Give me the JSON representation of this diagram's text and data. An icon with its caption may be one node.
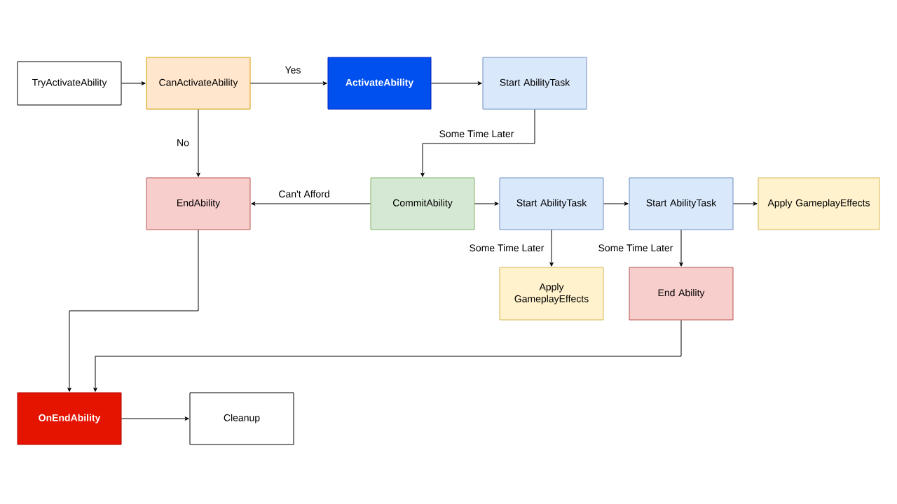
{
  "diagram": {
    "nodes": [
      {
        "text": [
          "TryActivateAbility"
        ]
      },
      {
        "text": [
          "CanActivateAbility"
        ]
      },
      {
        "text": [
          "ActivateAbility"
        ]
      },
      {
        "text": [
          "Start AbilityTask"
        ]
      },
      {
        "text": [
          "EndAbility"
        ]
      },
      {
        "text": [
          "CommitAbility"
        ]
      },
      {
        "text": [
          "Start AbilityTask"
        ]
      },
      {
        "text": [
          "Start AbilityTask"
        ]
      },
      {
        "text": [
          "Apply GameplayEffects"
        ]
      },
      {
        "text": [
          "Apply GameplayEffects"
        ]
      },
      {
        "text": [
          "End Ability"
        ]
      },
      {
        "text": [
          "OnEndAbility"
        ]
      },
      {
        "text": [
          "Cleanup"
        ]
      }
    ],
    "edges": [
      {
        "from": 0,
        "to": 1,
        "arrow": "to"
      },
      {
        "from": 1,
        "to": 2,
        "arrow": "to",
        "label": "Yes"
      },
      {
        "from": 2,
        "to": 3,
        "arrow": "to"
      },
      {
        "from": 3,
        "to": 5,
        "arrow": "to",
        "label": "Some Time Later"
      },
      {
        "from": 1,
        "to": 4,
        "arrow": "to",
        "label": "No"
      },
      {
        "from": 5,
        "to": 4,
        "arrow": "to",
        "label": "Can't Afford"
      },
      {
        "from": 5,
        "to": 6,
        "arrow": "to"
      },
      {
        "from": 6,
        "to": 7,
        "arrow": "to"
      },
      {
        "from": 7,
        "to": 8,
        "arrow": "to"
      },
      {
        "from": 6,
        "to": 9,
        "arrow": "to",
        "label": "Some Time Later"
      },
      {
        "from": 7,
        "to": 10,
        "arrow": "to",
        "label": "Some Time Later"
      },
      {
        "from": 4,
        "to": 11,
        "arrow": "to"
      },
      {
        "from": 10,
        "to": 11,
        "arrow": "to"
      },
      {
        "from": 11,
        "to": 12,
        "arrow": "to"
      }
    ]
  }
}
